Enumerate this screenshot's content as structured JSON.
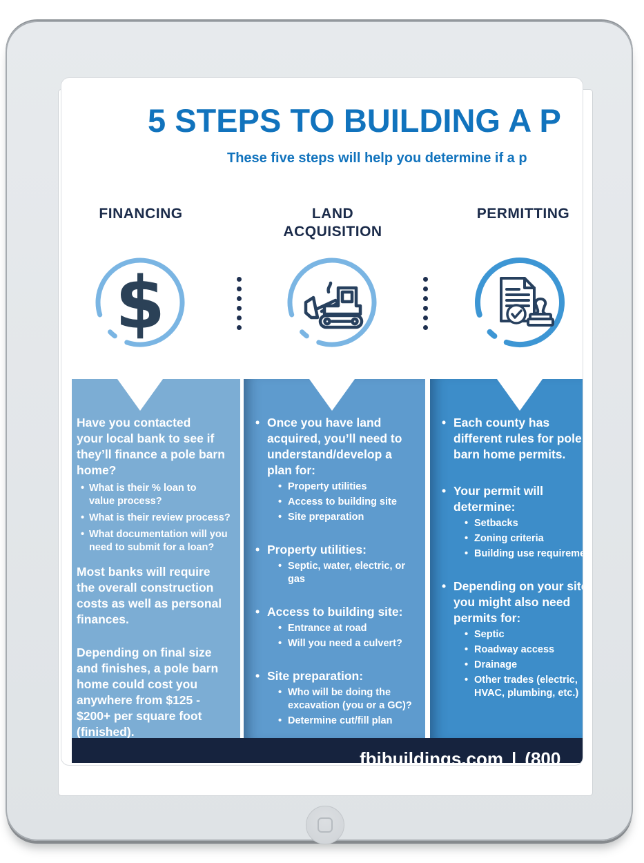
{
  "infographic": {
    "title": "5 STEPS TO BUILDING A P",
    "subtitle": "These five steps will help you determine if a p",
    "footer": {
      "website": "fbibuildings.com",
      "separator": "|",
      "phone": "(800"
    },
    "colors": {
      "title_blue": "#1173BD",
      "header_navy": "#1B2B4A",
      "column1": "#7CADD4",
      "column2": "#5E9BCE",
      "column3": "#3D8DC9",
      "footer_navy": "#16233E",
      "icon_ring_light": "#7AB5E3",
      "icon_ring_dark": "#3D96D4",
      "icon_glyph_navy": "#27405E"
    },
    "columns": [
      {
        "header": "FINANCING",
        "icon": "dollar-sign-icon",
        "heading": "Have you contacted\nyour local bank to see if\nthey’ll finance a pole barn\nhome?",
        "bullets": [
          "What is their % loan to\nvalue process?",
          "What is their review process?",
          "What documentation will you\nneed to submit for a loan?"
        ],
        "para2": "Most banks will require\nthe overall construction\ncosts as well as personal\nfinances.",
        "para3": "Depending on final size\nand finishes, a pole barn\nhome could cost you\nanywhere from $125 -\n$200+ per square foot\n(finished)."
      },
      {
        "header": "LAND\nACQUISITION",
        "icon": "bulldozer-icon",
        "blocks": [
          {
            "head": "Once you have land\nacquired, you’ll need to\nunderstand/develop a\nplan for:",
            "subs": [
              "Property utilities",
              "Access to building site",
              "Site preparation"
            ]
          },
          {
            "head": "Property utilities:",
            "subs": [
              "Septic, water, electric, or gas"
            ]
          },
          {
            "head": "Access to building site:",
            "subs": [
              "Entrance at road",
              "Will you need a culvert?"
            ]
          },
          {
            "head": "Site preparation:",
            "subs": [
              "Who will be doing the\nexcavation (you or a GC)?",
              "Determine cut/fill plan"
            ]
          }
        ]
      },
      {
        "header": "PERMITTING",
        "icon": "permit-document-stamp-icon",
        "blocks": [
          {
            "head": "Each county has\ndifferent rules for pole\nbarn home permits.",
            "subs": []
          },
          {
            "head": "Your permit will\ndetermine:",
            "subs": [
              "Setbacks",
              "Zoning criteria",
              "Building use requirements"
            ]
          },
          {
            "head": "Depending on your site,\nyou might also need\npermits for:",
            "subs": [
              "Septic",
              "Roadway access",
              "Drainage",
              "Other trades (electric,\nHVAC, plumbing, etc.)"
            ]
          }
        ]
      }
    ]
  }
}
